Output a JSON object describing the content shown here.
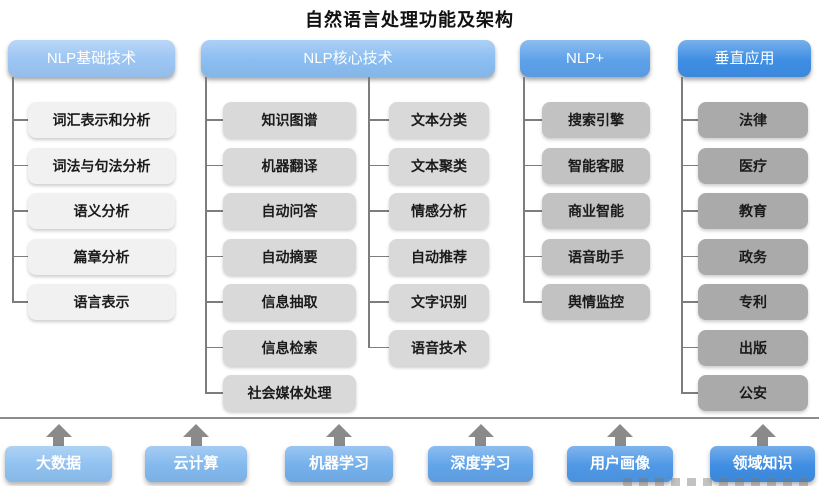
{
  "title": "自然语言处理功能及架构",
  "colors": {
    "background": "#ffffff",
    "connector_line": "#7d7d7d",
    "divider_line": "#8c8c8c",
    "arrow": "#8a8a8a",
    "header_text": "#ffffff",
    "node_text": "#1a1a1a",
    "foundation_text": "#ffffff"
  },
  "columns": [
    {
      "id": "nlp-basic",
      "header": "NLP基础技术",
      "header_color": "#9bc5f3",
      "item_color": "#f1f1f1",
      "item_groups": [
        [
          "词汇表示和分析",
          "词法与句法分析",
          "语义分析",
          "篇章分析",
          "语言表示"
        ]
      ]
    },
    {
      "id": "nlp-core",
      "header": "NLP核心技术",
      "header_color": "#8abdf1",
      "item_color": "#d9d9d9",
      "item_groups": [
        [
          "知识图谱",
          "机器翻译",
          "自动问答",
          "自动摘要",
          "信息抽取",
          "信息检索",
          "社会媒体处理"
        ],
        [
          "文本分类",
          "文本聚类",
          "情感分析",
          "自动推荐",
          "文字识别",
          "语音技术"
        ]
      ]
    },
    {
      "id": "nlp-plus",
      "header": "NLP+",
      "header_color": "#5da1e9",
      "item_color": "#c2c2c2",
      "item_groups": [
        [
          "搜索引擎",
          "智能客服",
          "商业智能",
          "语音助手",
          "舆情监控"
        ]
      ]
    },
    {
      "id": "vertical-apps",
      "header": "垂直应用",
      "header_color": "#3e8ee4",
      "item_color": "#aaaaaa",
      "item_groups": [
        [
          "法律",
          "医疗",
          "教育",
          "政务",
          "专利",
          "出版",
          "公安"
        ]
      ]
    }
  ],
  "foundation": {
    "items": [
      "大数据",
      "云计算",
      "机器学习",
      "深度学习",
      "用户画像",
      "领域知识"
    ],
    "colors": [
      "#8fc1f0",
      "#83b9ee",
      "#74b0ec",
      "#62a4e9",
      "#4f98e6",
      "#3f8ee3"
    ]
  }
}
